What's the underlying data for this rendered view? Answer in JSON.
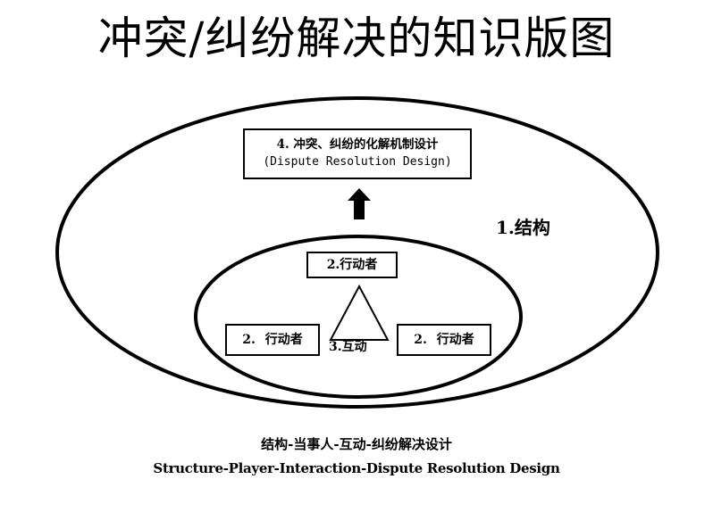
{
  "title": "冲突/纠纷解决的知识版图",
  "outer_layer": {
    "label": "1.结构"
  },
  "top_box": {
    "line1": "4. 冲突、纠纷的化解机制设计",
    "line2": "(Dispute Resolution Design)"
  },
  "inner_layer": {
    "actor_top": "2.行动者",
    "actor_left": "2. 行动者",
    "actor_right": "2. 行动者",
    "interaction_label": "3.互动"
  },
  "caption": {
    "chinese": "结构-当事人-互动-纠纷解决设计",
    "english": "Structure-Player-Interaction-Dispute Resolution Design"
  },
  "colors": {
    "line": "#000000",
    "background": "#ffffff"
  }
}
